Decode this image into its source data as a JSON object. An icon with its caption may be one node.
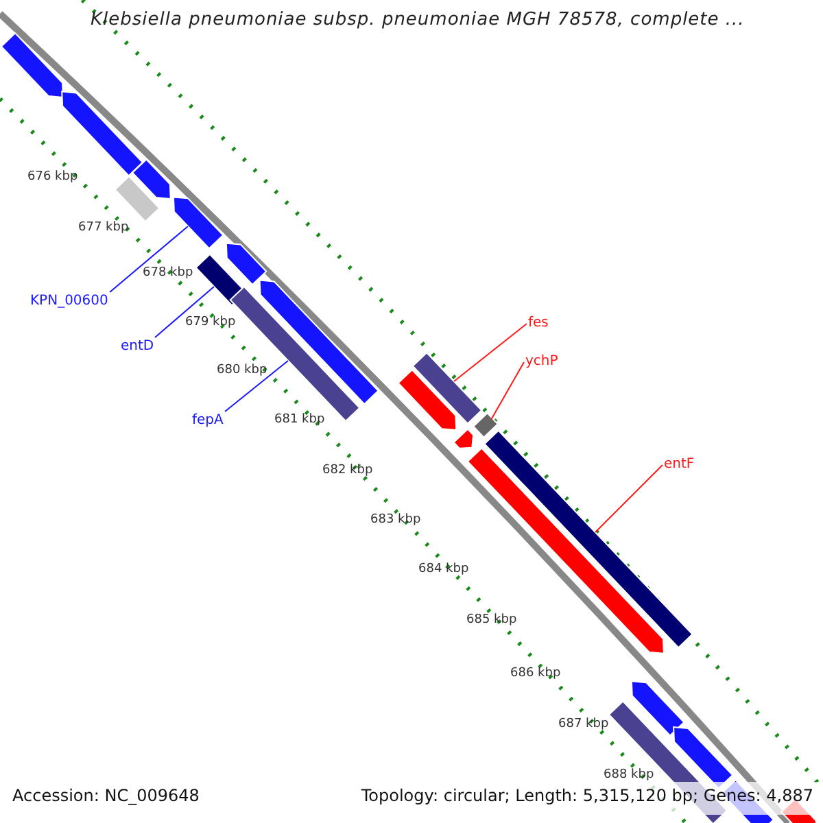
{
  "diagram": {
    "title": "Klebsiella pneumoniae subsp. pneumoniae MGH 78578, complete ...",
    "nodes": [
      {
        "text": [
          "KPN_00600"
        ]
      },
      {
        "text": [],
        "shape": "arrow"
      },
      {
        "text": [
          "entD"
        ]
      },
      {
        "text": [],
        "shape": "bar"
      },
      {
        "text": [
          "fepA"
        ]
      },
      {
        "text": [],
        "shape": "bar"
      },
      {
        "text": [
          "fes"
        ]
      },
      {
        "text": [],
        "shape": "bar"
      },
      {
        "text": [
          "ychP"
        ]
      },
      {
        "text": [],
        "shape": "bar"
      },
      {
        "text": [
          "entF"
        ]
      },
      {
        "text": [],
        "shape": "bar"
      },
      {
        "text": [],
        "shape": "arrow"
      },
      {
        "text": [],
        "shape": "arrow"
      },
      {
        "text": [],
        "shape": "arrow"
      },
      {
        "text": [],
        "shape": "bar"
      },
      {
        "text": [],
        "shape": "arrow"
      },
      {
        "text": [],
        "shape": "arrow"
      },
      {
        "text": [],
        "shape": "arrow"
      },
      {
        "text": [],
        "shape": "arrow"
      },
      {
        "text": [],
        "shape": "arrow"
      },
      {
        "text": [],
        "shape": "arrow"
      },
      {
        "text": [],
        "shape": "arrow"
      },
      {
        "text": [],
        "shape": "bar"
      },
      {
        "text": [],
        "shape": "bar"
      },
      {
        "text": [],
        "shape": "arrow"
      }
    ],
    "edges": [
      {
        "from": 0,
        "to": 1,
        "arrow": "none"
      },
      {
        "from": 2,
        "to": 3,
        "arrow": "none"
      },
      {
        "from": 4,
        "to": 5,
        "arrow": "none"
      },
      {
        "from": 6,
        "to": 7,
        "arrow": "none",
        "color": "#ff1a1a"
      },
      {
        "from": 8,
        "to": 9,
        "arrow": "none",
        "color": "#ff1a1a"
      },
      {
        "from": 10,
        "to": 11,
        "arrow": "none",
        "color": "#ff1a1a"
      }
    ],
    "labels": [
      "676 kbp",
      "677 kbp",
      "678 kbp",
      "679 kbp",
      "680 kbp",
      "681 kbp",
      "682 kbp",
      "683 kbp",
      "684 kbp",
      "685 kbp",
      "686 kbp",
      "687 kbp",
      "688 kbp",
      "Accession: NC_009648",
      "Topology: circular; Length: 5,315,120 bp; Genes: 4,887"
    ]
  }
}
